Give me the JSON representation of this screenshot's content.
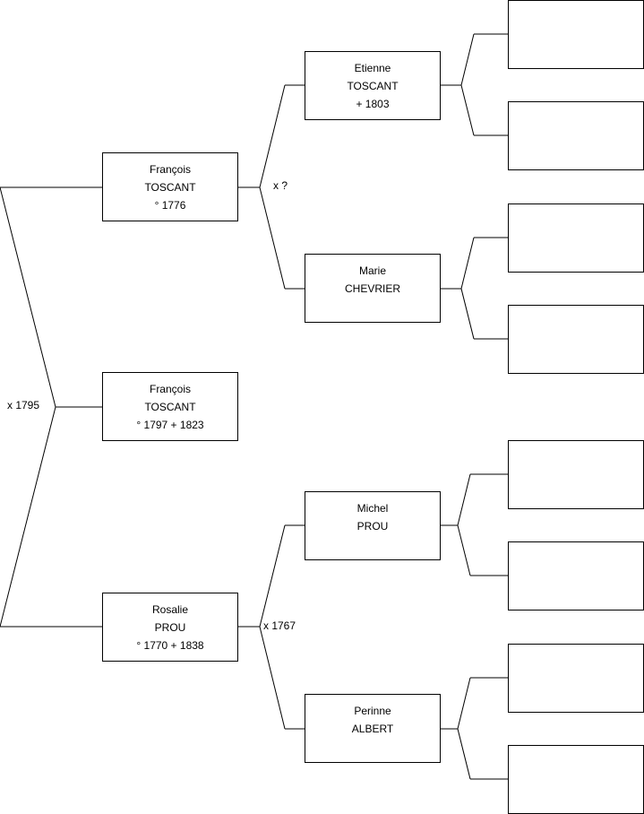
{
  "persons": {
    "child": {
      "line1": "François",
      "line2": "TOSCANT",
      "line3": "° 1797 + 1823"
    },
    "father": {
      "line1": "François",
      "line2": "TOSCANT",
      "line3": "° 1776"
    },
    "mother": {
      "line1": "Rosalie",
      "line2": "PROU",
      "line3": "° 1770 + 1838"
    },
    "pgf": {
      "line1": "Etienne",
      "line2": "TOSCANT",
      "line3": "+ 1803"
    },
    "pgm": {
      "line1": "Marie",
      "line2": "CHEVRIER",
      "line3": ""
    },
    "mgf": {
      "line1": "Michel",
      "line2": "PROU",
      "line3": ""
    },
    "mgm": {
      "line1": "Perinne",
      "line2": "ALBERT",
      "line3": ""
    }
  },
  "marriages": {
    "parents": "x 1795",
    "paternal": "x ?",
    "maternal": "x 1767"
  }
}
